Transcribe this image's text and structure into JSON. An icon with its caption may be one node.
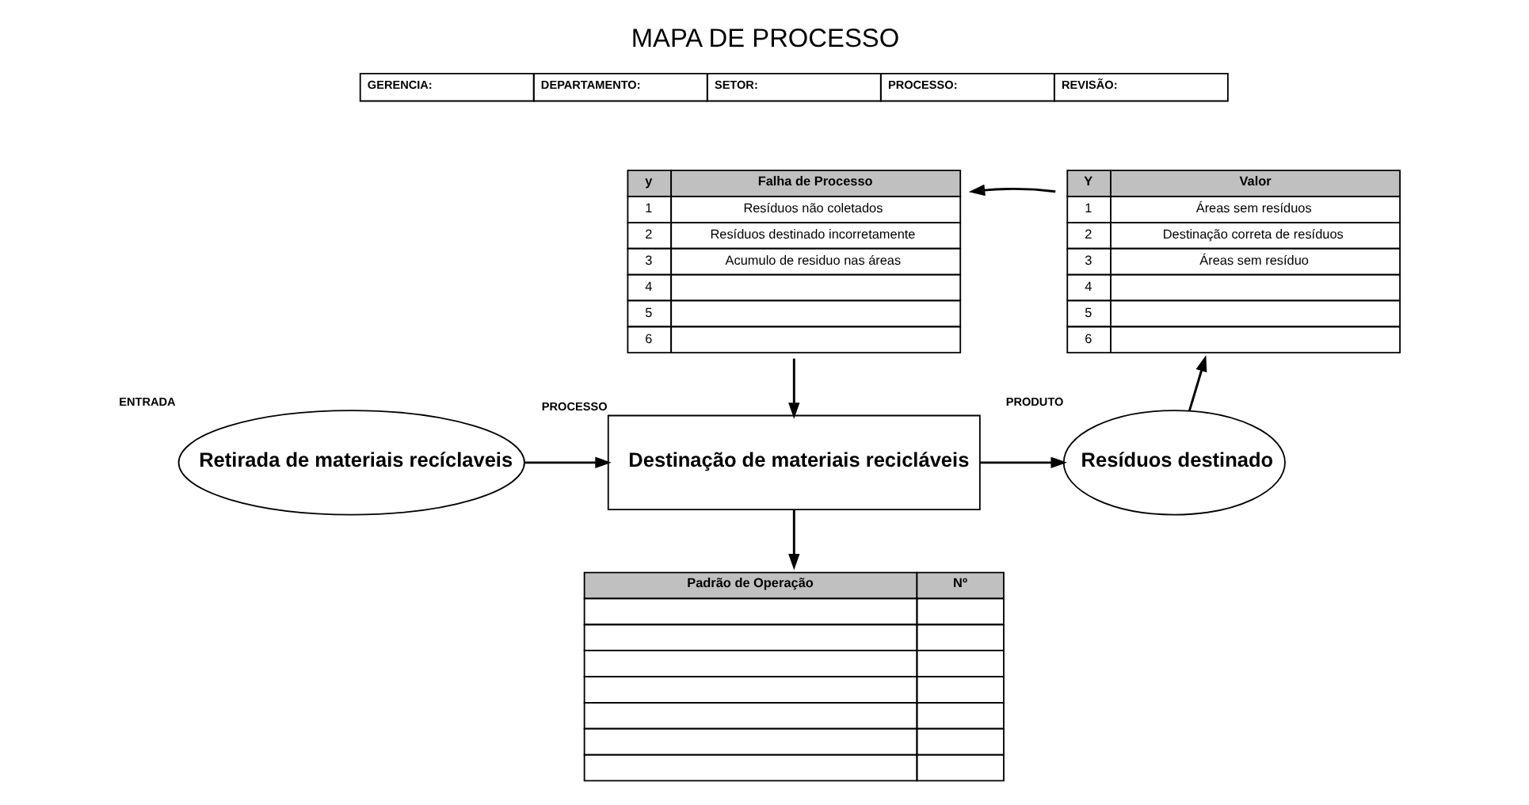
{
  "diagram": {
    "title": "MAPA DE PROCESSO",
    "nodes": [
      {
        "text": [
          "y",
          "Falha de Processo",
          "1",
          "Resíduos não coletados",
          "2",
          "Resíduos destinado incorretamente",
          "3",
          "Acumulo de residuo nas áreas",
          "4",
          "5",
          "6"
        ]
      },
      {
        "text": [
          "Y",
          "Valor",
          "1",
          "Áreas sem resíduos",
          "2",
          "Destinação correta de resíduos",
          "3",
          "Áreas sem resíduo",
          "4",
          "5",
          "6"
        ]
      },
      {
        "text": [
          "Retirada de materiais recíclaveis"
        ],
        "beside": [
          "ENTRADA"
        ]
      },
      {
        "text": [
          "Destinação de materiais recicláveis"
        ],
        "beside": [
          "PROCESSO"
        ]
      },
      {
        "text": [
          "Resíduos destinado"
        ],
        "beside": [
          "PRODUTO"
        ]
      },
      {
        "text": [
          "Padrão de Operação",
          "Nº"
        ]
      }
    ],
    "edges": [
      {
        "from": 2,
        "to": 3,
        "arrow": "to"
      },
      {
        "from": 3,
        "to": 4,
        "arrow": "to"
      },
      {
        "from": 4,
        "to": 1,
        "arrow": "to"
      },
      {
        "from": 1,
        "to": 0,
        "arrow": "to"
      },
      {
        "from": 0,
        "to": 3,
        "arrow": "to"
      },
      {
        "from": 3,
        "to": 5,
        "arrow": "to"
      }
    ],
    "labels": [
      "GERENCIA:",
      "DEPARTAMENTO:",
      "SETOR:",
      "PROCESSO:",
      "REVISÃO:"
    ]
  }
}
